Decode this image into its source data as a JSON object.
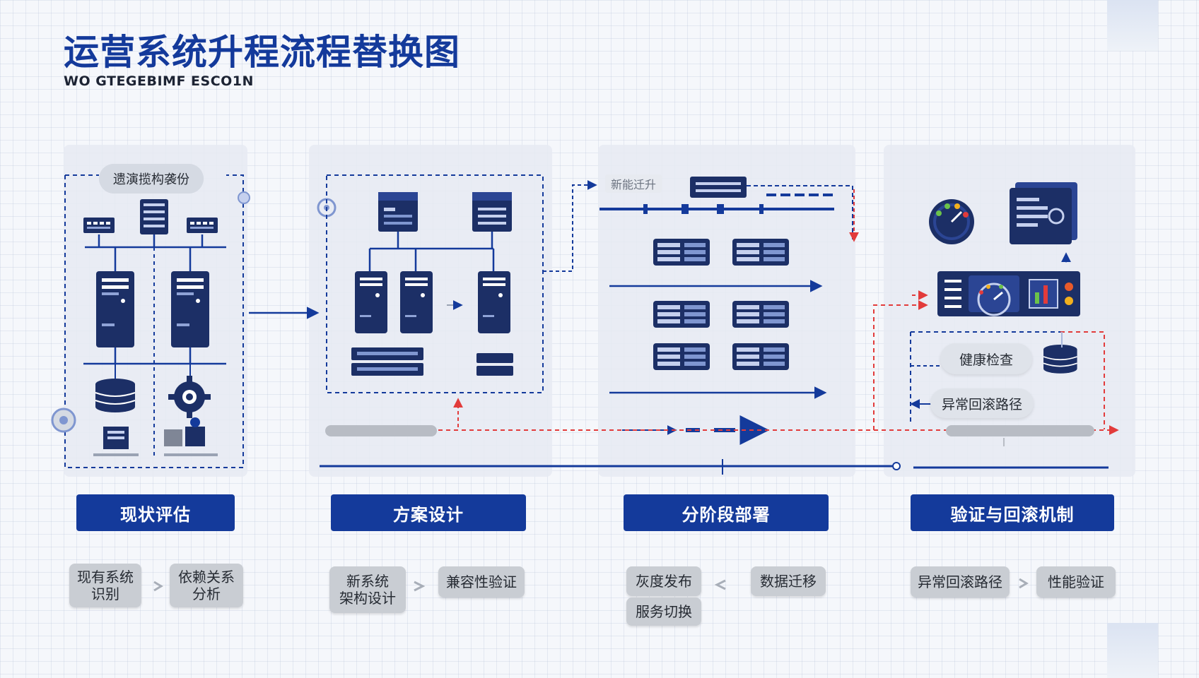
{
  "title": "运营系统升程流程替换图",
  "subtitle": "WO GTEGEBIMF ESCO1N",
  "stages": [
    {
      "label": "现状评估",
      "note": "遗演揽构袭份",
      "chips": [
        "现有系统\n识别",
        "依赖关系\n分析"
      ]
    },
    {
      "label": "方案设计",
      "chips": [
        "新系统\n架构设计",
        "兼容性验证"
      ]
    },
    {
      "label": "分阶段部署",
      "note": "新能迁升",
      "chips": [
        "灰度发布",
        "数据迁移",
        "服务切换"
      ]
    },
    {
      "label": "验证与回滚机制",
      "pills": [
        "健康检查",
        "异常回滚路径"
      ],
      "chips": [
        "异常回滚路径",
        "性能验证"
      ]
    }
  ],
  "colors": {
    "brand_blue": "#143a9b",
    "dark_navy": "#1c2f66",
    "alert_red": "#e23b3b",
    "panel": "#e6eaf2",
    "chip_grey": "#c9cdd3"
  }
}
